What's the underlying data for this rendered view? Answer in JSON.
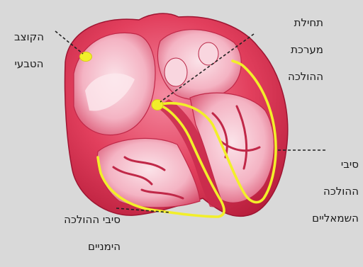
{
  "labels": {
    "sa_node": [
      "הקוצב",
      "הטבעי"
    ],
    "av_node": [
      "תחילת",
      "מערכת",
      "ההולכה"
    ],
    "left_fibers": [
      "סיבי",
      "ההולכה",
      "השמאליים"
    ],
    "right_fibers": [
      "סיבי ההולכה",
      "הימניים"
    ]
  },
  "colors": {
    "background": "#d9d9d9",
    "heart_tissue": "#e23f5d",
    "heart_light": "#f48aa0",
    "chamber_interior": "#f6c9d4",
    "conduction": "#f2ef2a",
    "leader_line": "#222222"
  }
}
